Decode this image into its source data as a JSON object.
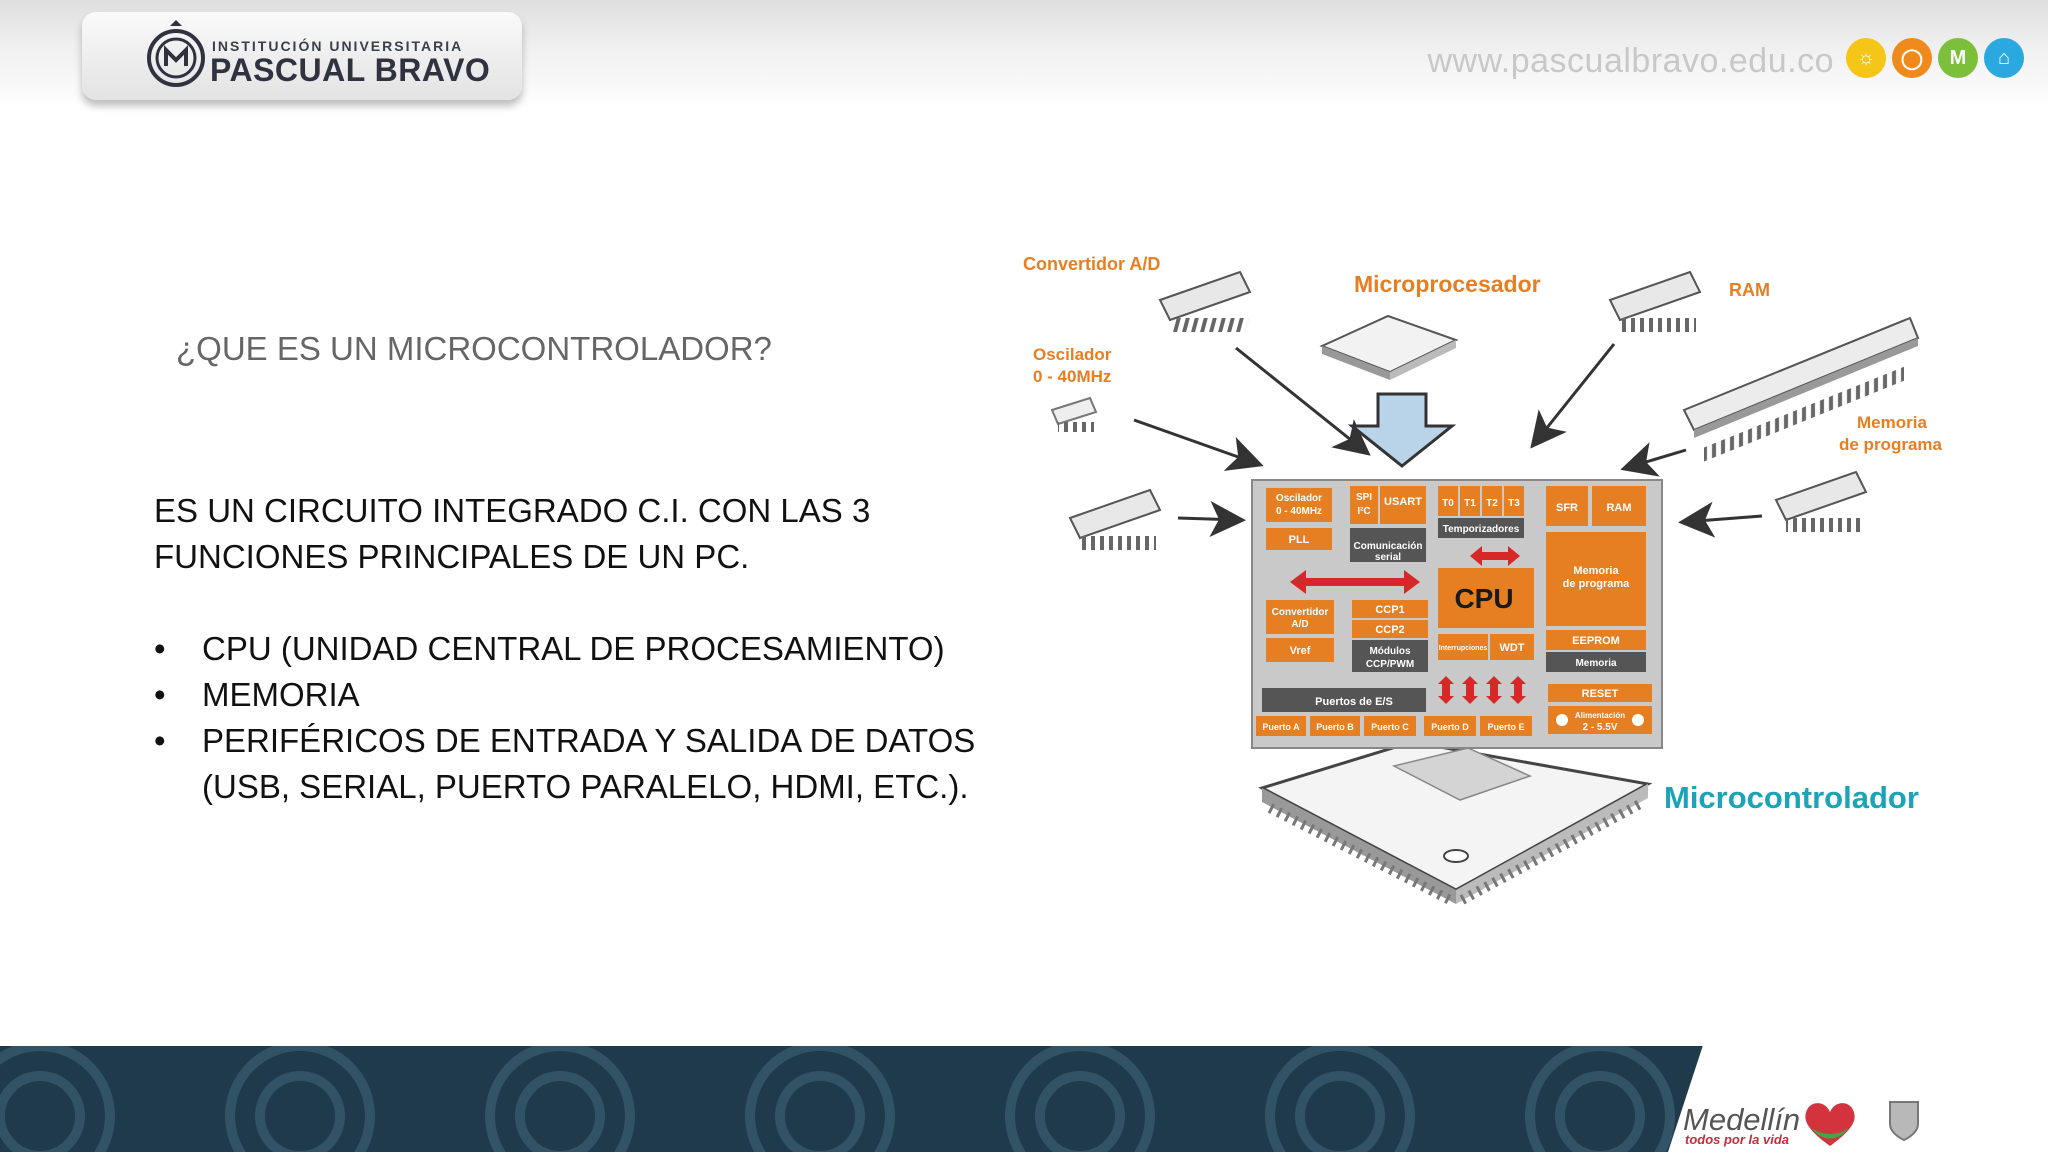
{
  "header": {
    "logo_line1": "INSTITUCIÓN UNIVERSITARIA",
    "logo_line2": "PASCUAL BRAVO",
    "url": "www.pascualbravo.edu.co",
    "circle_colors": [
      "#f5c518",
      "#f08a1c",
      "#7cbf3a",
      "#2aa8e0"
    ],
    "circle_icons": [
      "sun-icon",
      "circle-icon",
      "m-logo-icon",
      "home-icon"
    ]
  },
  "content": {
    "question": "¿QUE ES UN MICROCONTROLADOR?",
    "intro": "ES UN CIRCUITO INTEGRADO C.I. CON LAS 3 FUNCIONES PRINCIPALES DE UN PC.",
    "bullets": [
      "CPU (UNIDAD CENTRAL DE PROCESAMIENTO)",
      "MEMORIA",
      "PERIFÉRICOS DE ENTRADA Y SALIDA DE DATOS (USB, SERIAL, PUERTO PARALELO, HDMI, ETC.)."
    ]
  },
  "diagram": {
    "labels": {
      "convertidor": "Convertidor A/D",
      "microprocesador": "Microprocesador",
      "ram": "RAM",
      "oscilador_1": "Oscilador",
      "oscilador_2": "0 - 40MHz",
      "memoria_1": "Memoria",
      "memoria_2": "de programa",
      "microcontrolador": "Microcontrolador"
    },
    "blocks": {
      "osc_1": "Oscilador",
      "osc_2": "0 - 40MHz",
      "spi_1": "SPI",
      "spi_2": "I²C",
      "usart": "USART",
      "t0": "T0",
      "t1": "T1",
      "t2": "T2",
      "t3": "T3",
      "sfr": "SFR",
      "ram": "RAM",
      "pll": "PLL",
      "com_1": "Comunicación",
      "com_2": "serial",
      "temporizadores": "Temporizadores",
      "mem_1": "Memoria",
      "mem_2": "de programa",
      "conv_1": "Convertidor",
      "conv_2": "A/D",
      "ccp1": "CCP1",
      "ccp2": "CCP2",
      "cpu": "CPU",
      "vref": "Vref",
      "mod_1": "Módulos",
      "mod_2": "CCP/PWM",
      "interrupciones": "Interrupciones",
      "wdt": "WDT",
      "eeprom": "EEPROM",
      "memoria": "Memoria",
      "puertos": "Puertos de E/S",
      "reset": "RESET",
      "puerto_a": "Puerto A",
      "puerto_b": "Puerto B",
      "puerto_c": "Puerto C",
      "puerto_d": "Puerto D",
      "puerto_e": "Puerto E",
      "alim_1": "Alimentación",
      "alim_2": "2 - 5.5V"
    }
  },
  "footer": {
    "medellin": "Medellín",
    "medellin_sub": "todos por la vida"
  }
}
